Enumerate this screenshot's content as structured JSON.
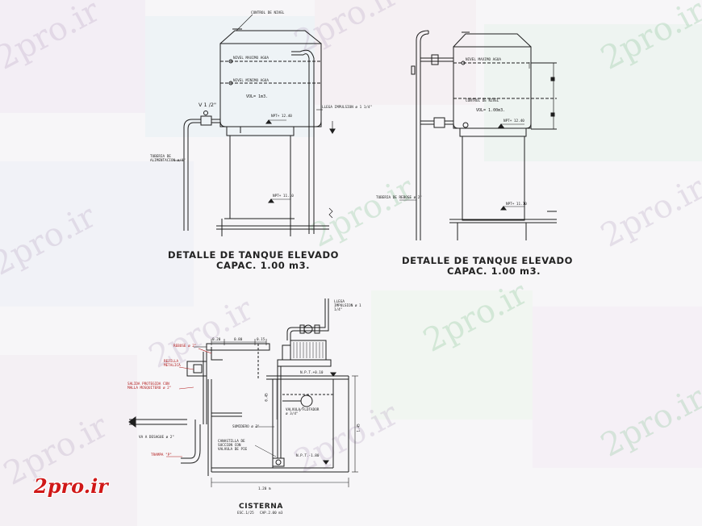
{
  "watermark": "2pro.ir",
  "logo": "2pro.ir",
  "drawing1": {
    "title": "DETALLE DE TANQUE ELEVADO",
    "capacity": "CAPAC. 1.00 m3.",
    "labels": {
      "control_nivel": "CONTROL DE NIVEL",
      "nivel_max": "NIVEL MAXIMO AGUA",
      "nivel_min": "NIVEL MINIMO AGUA",
      "vol": "VOL= 1m3.",
      "valve": "V 1 /2\"",
      "impulsion": "LLEGA IMPULSION ø 1 1/4\"",
      "npt_top": "NPT+ 12.40",
      "npt_low": "NPT+ 11.10",
      "tuberia": "TUBERIA DE ALIMENTACION ø/4\""
    }
  },
  "drawing2": {
    "title": "DETALLE DE TANQUE ELEVADO",
    "capacity": "CAPAC. 1.00 m3.",
    "labels": {
      "nivel_max": "NIVEL MAXIMO AGUA",
      "control_nivel": "CONTROL DE NIVEL",
      "vol": "VOL= 1.00m3.",
      "npt_top": "NPT+ 12.40",
      "npt_low": "NPT+ 11.10",
      "tuberia": "TUBERIA DE REBOSE ø 2\""
    }
  },
  "cisterna": {
    "title": "CISTERNA",
    "subtitle": "ESC.1/25",
    "cap": "CAP.2.00 m3",
    "labels": {
      "rebose": "REBOSE ø 2\"",
      "rejilla": "REJILLA METALICA",
      "salida": "SALIDA PROTEGIDA CON MALLA MOSQUITERO ø 2\"",
      "desague": "VA A DESAGUE ø 2\"",
      "trampa": "TRAMPA \"P\"",
      "sumidero": "SUMIDERO ø 2\"",
      "canastilla": "CANASTILLA DE SUCCION CON VALVULA DE PIE",
      "npt_top": "N.P.T.+0.10",
      "npt_bottom": "N.P.T.-1.80",
      "valvula": "VALVULA FLOTADOR ø 3/4\"",
      "impulsion": "LLEGA IMPULSION ø 1 1/4\"",
      "dim_020": "0.20",
      "dim_080": "0.80",
      "dim_015": "0.15",
      "dim_045": "0.45",
      "dim_145": "1.45",
      "dim_120": "1.20 m"
    }
  }
}
